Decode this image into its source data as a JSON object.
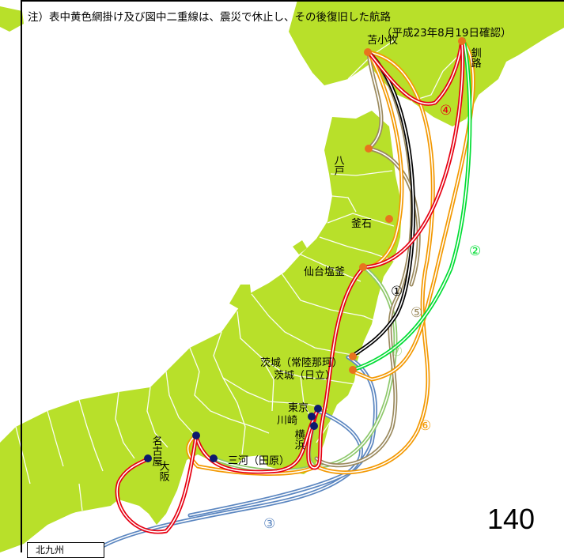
{
  "note": {
    "text": "注）表中黄色網掛け及び図中二重線は、震災で休止し、その後復旧した航路",
    "date": "（平成23年8月19日確認）"
  },
  "ports": {
    "tomakomai": "苫小牧",
    "kushiro": "釧路",
    "hachinohe": "八戸",
    "kamaishi": "釜石",
    "sendai_shiogama": "仙台塩釜",
    "ibaraki_hitachinaka": "茨城（常陸那珂）",
    "ibaraki_hitachi": "茨城（日立）",
    "tokyo": "東京",
    "kawasaki": "川崎",
    "yokohama": "横浜",
    "nagoya": "名古屋",
    "osaka": "大阪",
    "mikawa": "三河（田原）",
    "hokkaido_partial": "北九州"
  },
  "route_numbers": {
    "r1": "①",
    "r2": "②",
    "r3": "③",
    "r4": "④",
    "r5": "⑤",
    "r6": "⑥",
    "r7": "⑦"
  },
  "route_colors": {
    "r1": "#000000",
    "r2": "#00dd33",
    "r3": "#5b86c0",
    "r4": "#e60012",
    "r5": "#9b8a5e",
    "r6": "#f39800",
    "r7": "#8dc86a"
  },
  "land_color": "#b8e02a",
  "port_colors": {
    "orange": "#e8731e",
    "navy": "#0d1a6e"
  },
  "page_number": "140"
}
